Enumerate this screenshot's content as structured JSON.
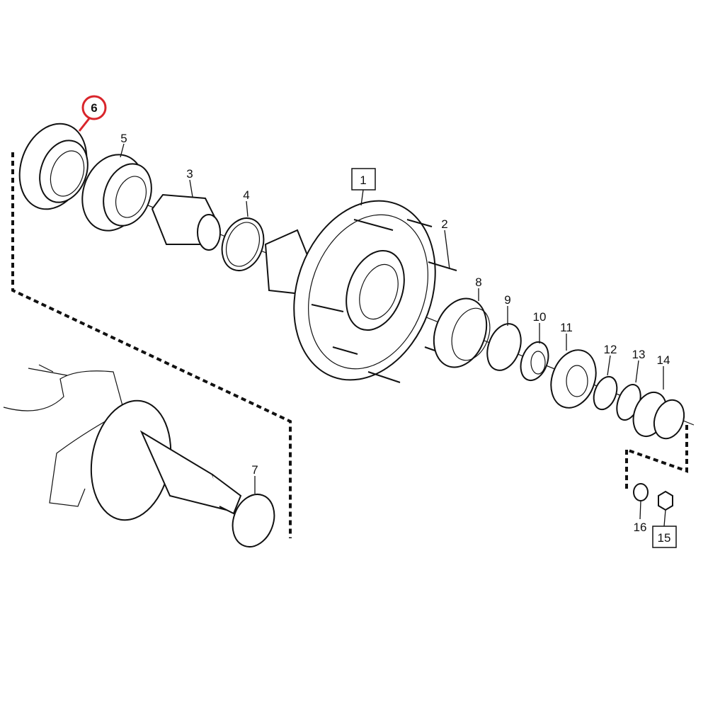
{
  "diagram": {
    "type": "exploded parts diagram - wheel hub assembly",
    "highlight_color": "#d9252b",
    "callouts": [
      {
        "id": "6",
        "highlighted": true,
        "boxed": false
      },
      {
        "id": "5",
        "highlighted": false,
        "boxed": false
      },
      {
        "id": "3",
        "highlighted": false,
        "boxed": false
      },
      {
        "id": "4",
        "highlighted": false,
        "boxed": false
      },
      {
        "id": "1",
        "highlighted": false,
        "boxed": true
      },
      {
        "id": "2",
        "highlighted": false,
        "boxed": false
      },
      {
        "id": "8",
        "highlighted": false,
        "boxed": false
      },
      {
        "id": "9",
        "highlighted": false,
        "boxed": false
      },
      {
        "id": "10",
        "highlighted": false,
        "boxed": false
      },
      {
        "id": "11",
        "highlighted": false,
        "boxed": false
      },
      {
        "id": "12",
        "highlighted": false,
        "boxed": false
      },
      {
        "id": "13",
        "highlighted": false,
        "boxed": false
      },
      {
        "id": "14",
        "highlighted": false,
        "boxed": false
      },
      {
        "id": "7",
        "highlighted": false,
        "boxed": false
      },
      {
        "id": "16",
        "highlighted": false,
        "boxed": false
      },
      {
        "id": "15",
        "highlighted": false,
        "boxed": true
      }
    ]
  }
}
